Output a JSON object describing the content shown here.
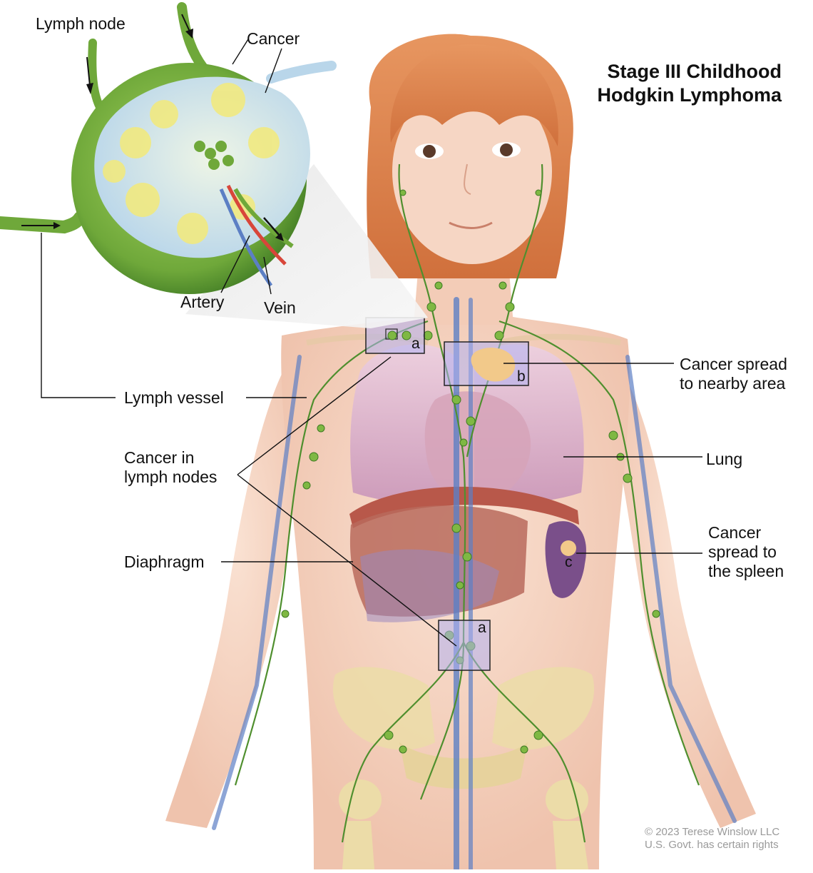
{
  "title": {
    "line1": "Stage III Childhood",
    "line2": "Hodgkin Lymphoma"
  },
  "labels": {
    "lymph_node": "Lymph node",
    "cancer": "Cancer",
    "artery": "Artery",
    "vein": "Vein",
    "lymph_vessel": "Lymph vessel",
    "cancer_in_lymph_nodes": [
      "Cancer in",
      "lymph nodes"
    ],
    "diaphragm": "Diaphragm",
    "cancer_spread_nearby": [
      "Cancer spread",
      "to nearby area"
    ],
    "lung": "Lung",
    "cancer_spread_spleen": [
      "Cancer",
      "spread to",
      "the spleen"
    ]
  },
  "markers": {
    "a": "a",
    "b": "b",
    "c": "c"
  },
  "credit": {
    "line1": "© 2023 Terese Winslow LLC",
    "line2": "U.S. Govt. has certain rights"
  },
  "colors": {
    "skin": "#f6d5c2",
    "hair": "#e2804a",
    "lymph": "#4f8f2e",
    "node_green": "#8bc34a",
    "vein_blue": "#5c7fc4",
    "artery_red": "#d8463a",
    "lung_pink": "#d9a8c8",
    "liver": "#b8584a",
    "spleen": "#7a4f8a",
    "bone": "#ead9a6",
    "highlight_box": "#b0b0f0",
    "cancer": "#f2c98a"
  }
}
